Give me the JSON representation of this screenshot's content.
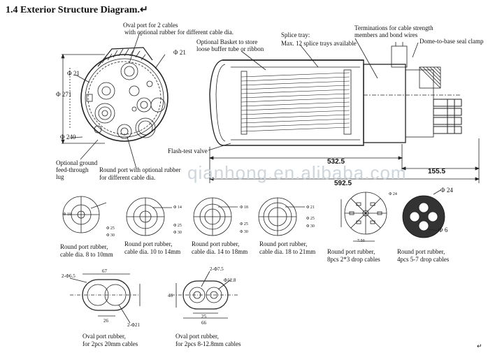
{
  "title": "1.4  Exterior Structure Diagram.↵",
  "watermark": "qianhong.en.alibaba.com",
  "labels": {
    "oval_port_top": "Oval port for 2 cables",
    "oval_port_top2": "with optional rubber for different cable dia.",
    "dia_21_top": "Φ 21",
    "dia_21_left": "Φ 21",
    "dia_271": "Φ 271",
    "dia_240": "Φ 240",
    "ground": "Optional ground",
    "ground2": "feed-through",
    "ground3": "lug",
    "round_port": "Round port with optional rubber",
    "round_port2": "for different cable dia.",
    "basket": "Optional Basket to store",
    "basket2": "loose buffer tube or ribbon",
    "splice": "Splice tray:",
    "splice2": "Max. 12 splice trays available",
    "term": "Terminations for cable strength",
    "term2": "members and bond wires",
    "dome": "Dome-to-base seal clamp",
    "flash": "Flash-test valve",
    "dim_5325": "532.5",
    "dim_1555": "155.5",
    "dim_5925": "592.5",
    "r1a": "Round port rubber,",
    "r1b": "cable dia. 8 to 10mm",
    "r2a": "Round port rubber,",
    "r2b": "cable dia. 10 to 14mm",
    "r3a": "Round port rubber,",
    "r3b": "cable dia. 14 to 18mm",
    "r4a": "Round port rubber,",
    "r4b": "cable dia. 18 to 21mm",
    "r5a": "Round port rubber,",
    "r5b": "8pcs 2*3 drop cables",
    "r6a": "Round port rubber,",
    "r6b": "4pcs 5-7 drop cables",
    "o1a": "Oval port rubber,",
    "o1b": "for 2pcs 20mm cables",
    "o2a": "Oval port rubber,",
    "o2b": "for 2pcs 8-12.8mm cables",
    "d10": "Φ 10",
    "d25a": "Φ 25",
    "d30a": "Φ 30",
    "d14": "Φ 14",
    "d25b": "Φ 25",
    "d30b": "Φ 30",
    "d18": "Φ 18",
    "d25c": "Φ 25",
    "d30c": "Φ 30",
    "d21": "Φ 21",
    "d25d": "Φ 25",
    "d30d": "Φ 30",
    "d24a": "Φ 24",
    "d24b": "Φ 24",
    "d6": "Φ 6",
    "d750": "7.50",
    "dtwo65": "2-Φ6.5",
    "d67": "67",
    "d26": "26",
    "dtwo21": "2-Φ21",
    "dtwo75": "2-Φ7.5",
    "d128": "Φ12.8",
    "d25e": "25",
    "d66": "66",
    "d46": "46",
    "return_mark": "↵"
  },
  "colors": {
    "line": "#222222",
    "fill_dark": "#333333",
    "watermark": "#cfd6dc"
  }
}
